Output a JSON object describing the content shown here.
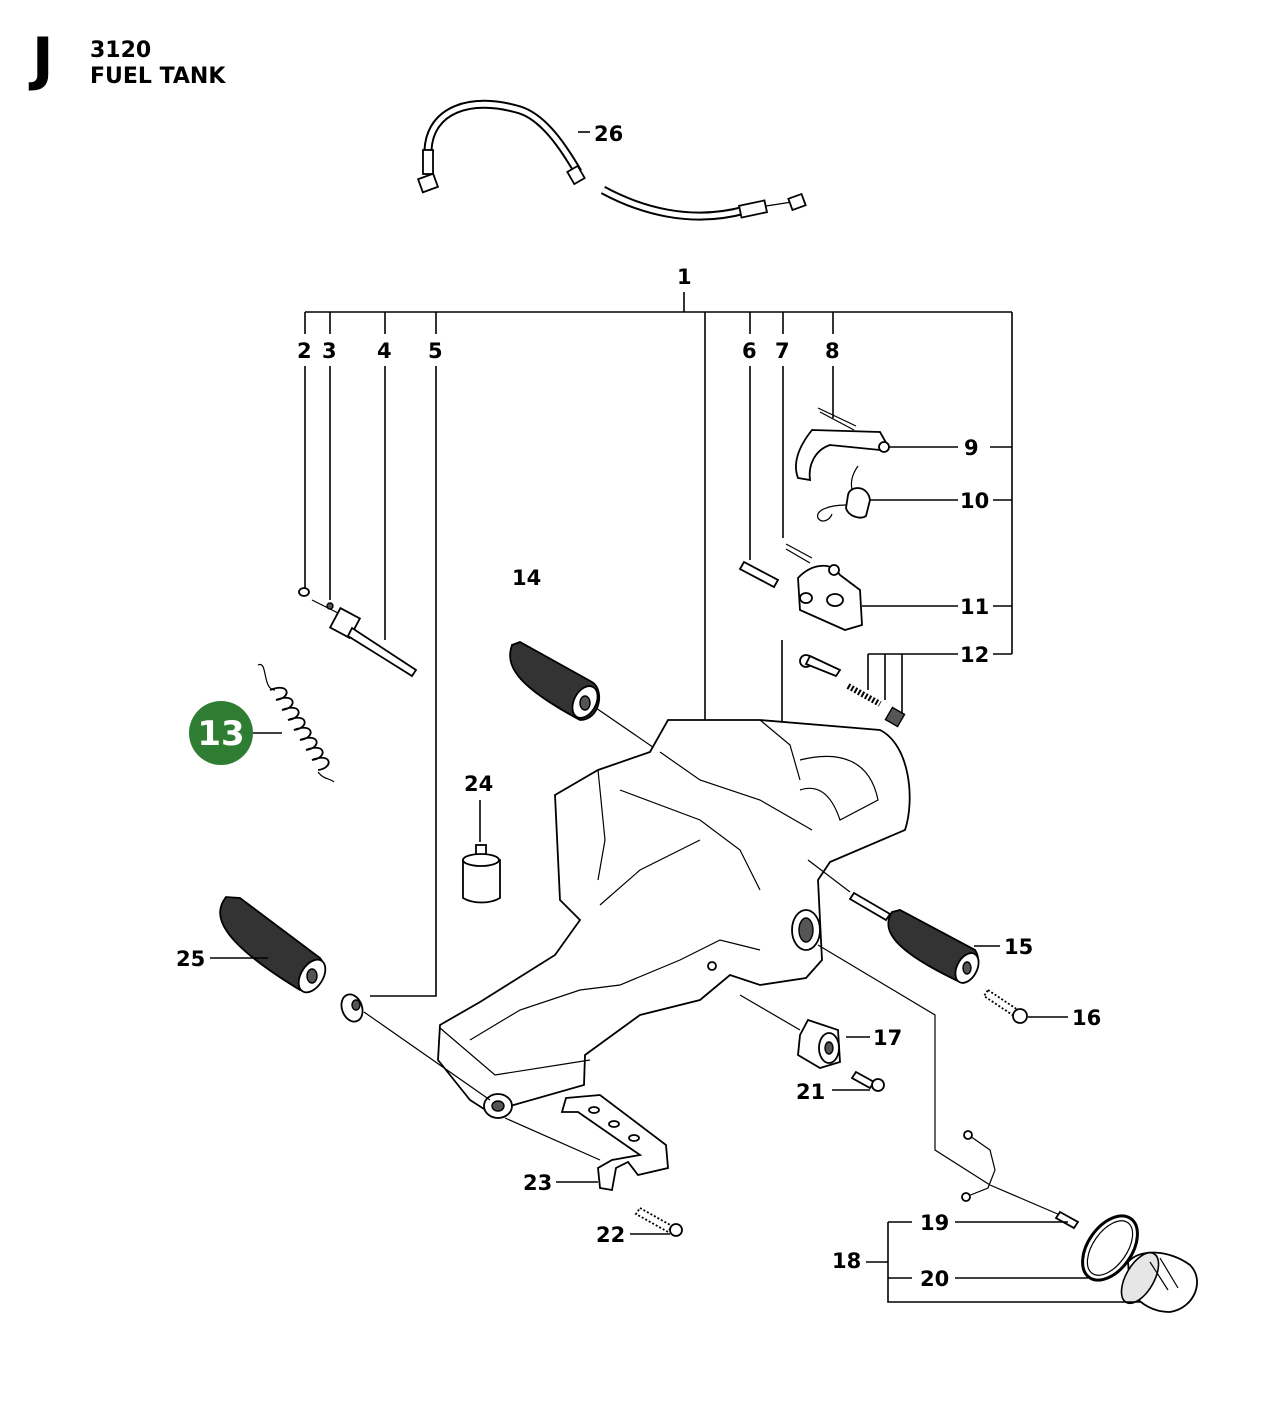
{
  "header": {
    "section_letter": "J",
    "code": "3120",
    "title": "FUEL TANK"
  },
  "highlight": {
    "part_number": "13",
    "color": "#2e7d32"
  },
  "part_numbers": [
    "1",
    "2",
    "3",
    "4",
    "5",
    "6",
    "7",
    "8",
    "9",
    "10",
    "11",
    "12",
    "14",
    "15",
    "16",
    "17",
    "18",
    "19",
    "20",
    "21",
    "22",
    "23",
    "24",
    "25",
    "26"
  ]
}
